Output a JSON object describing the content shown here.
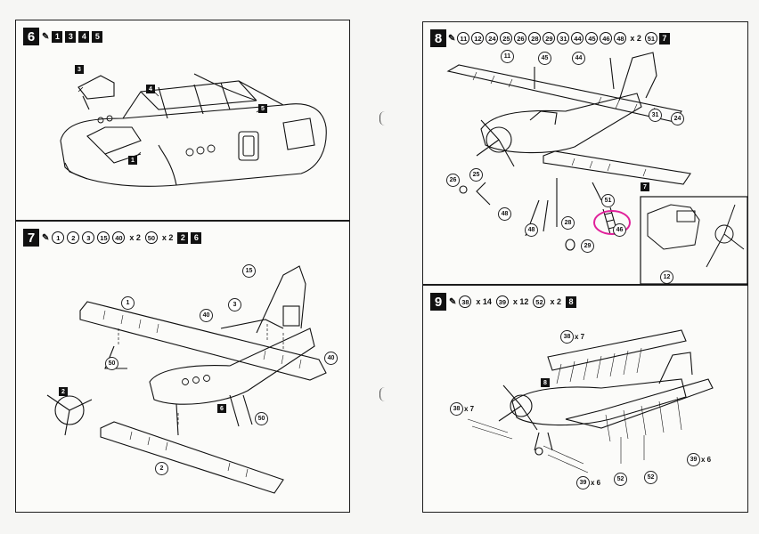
{
  "steps": {
    "s6": {
      "number": "6",
      "parts": [
        "1",
        "3",
        "4",
        "5"
      ],
      "callouts": {
        "p1": "1",
        "p3": "3",
        "p4": "4",
        "p5": "5"
      }
    },
    "s7": {
      "number": "7",
      "circle_parts": [
        "1",
        "2",
        "3",
        "15",
        "40"
      ],
      "x2a": "x 2",
      "p50": "50",
      "x2b": "x 2",
      "blocks": [
        "2",
        "6"
      ],
      "callouts": {
        "c1": "1",
        "c2": "2",
        "c3": "3",
        "c15": "15",
        "c40a": "40",
        "c40b": "40",
        "c50a": "50",
        "c50b": "50",
        "b2": "2",
        "b6": "6"
      }
    },
    "s8": {
      "number": "8",
      "circle_parts": [
        "11",
        "12",
        "24",
        "25",
        "26",
        "28",
        "29",
        "31",
        "44",
        "45",
        "46",
        "48"
      ],
      "x2": "x 2",
      "p51": "51",
      "block": "7",
      "callouts": {
        "c11": "11",
        "c45": "45",
        "c44": "44",
        "c31": "31",
        "c24": "24",
        "c26": "26",
        "c25": "25",
        "c48a": "48",
        "c48b": "48",
        "c28": "28",
        "c29": "29",
        "c51": "51",
        "c46": "46",
        "b7": "7",
        "c12": "12"
      }
    },
    "s9": {
      "number": "9",
      "p38": "38",
      "x14": "x 14",
      "p39": "39",
      "x12": "x 12",
      "p52": "52",
      "x2": "x 2",
      "block": "8",
      "callouts": {
        "c38a": "38",
        "x7a": "x 7",
        "c38b": "38",
        "x7b": "x 7",
        "c39a": "39",
        "x6a": "x 6",
        "c39b": "39",
        "x6b": "x 6",
        "c52a": "52",
        "c52b": "52",
        "b8": "8"
      }
    }
  },
  "colors": {
    "highlight": "#e0209a",
    "ink": "#111111",
    "paper": "#fbfbf9"
  }
}
